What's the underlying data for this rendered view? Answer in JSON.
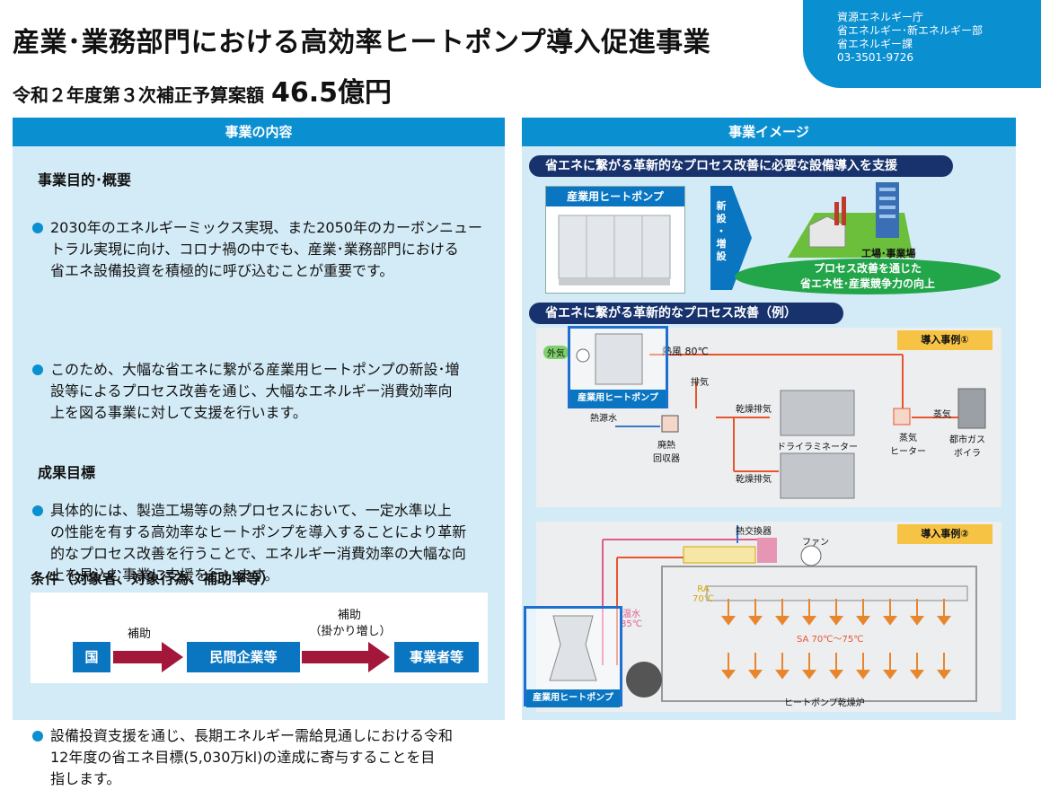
{
  "header": {
    "title": "産業･業務部門における高効率ヒートポンプ導入促進事業",
    "subtitle_label": "令和２年度第３次補正予算案額",
    "subtitle_amount": "46.5億円"
  },
  "contact": {
    "line1": "資源エネルギー庁",
    "line2": "省エネルギー･新エネルギー部",
    "line3": "省エネルギー課",
    "phone": "03-3501-9726"
  },
  "left": {
    "heading": "事業の内容",
    "purpose_title": "事業目的･概要",
    "bullets": [
      {
        "lines": [
          "2030年のエネルギーミックス実現、また2050年のカーボンニュー",
          "トラル実現に向け、コロナ禍の中でも、産業･業務部門における",
          "省エネ設備投資を積極的に呼び込むことが重要です。"
        ]
      },
      {
        "lines": [
          "このため、大幅な省エネに繋がる産業用ヒートポンプの新設･増",
          "設等によるプロセス改善を通じ、大幅なエネルギー消費効率向",
          "上を図る事業に対して支援を行います。"
        ]
      },
      {
        "lines": [
          "具体的には、製造工場等の熱プロセスにおいて、一定水準以上",
          "の性能を有する高効率なヒートポンプを導入することにより革新",
          "的なプロセス改善を行うことで、エネルギー消費効率の大幅な向",
          "上を見込む事業に支援を行います。"
        ]
      }
    ],
    "target_title": "成果目標",
    "target_lines": [
      "設備投資支援を通じ、長期エネルギー需給見通しにおける令和",
      "12年度の省エネ目標(5,030万kl)の達成に寄与することを目",
      "指します。"
    ],
    "conditions_title": "条件（対象者、対象行為、補助率等）",
    "flow": {
      "node1": "国",
      "arrow1": "補助",
      "node2": "民間企業等",
      "arrow2_line1": "補助",
      "arrow2_line2": "（掛かり増し）",
      "node3": "事業者等"
    }
  },
  "right": {
    "heading": "事業イメージ",
    "banner1": "省エネに繋がる革新的なプロセス改善に必要な設備導入を支援",
    "hp_title": "産業用ヒートポンプ",
    "arrow_chars": [
      "新",
      "設",
      "・",
      "増",
      "設"
    ],
    "factory_label": "工場･事業場",
    "oval_line1": "プロセス改善を通じた",
    "oval_line2": "省エネ性･産業競争力の向上",
    "banner2": "省エネに繋がる革新的なプロセス改善（例）",
    "case1": {
      "tag": "導入事例①",
      "outside_air": "外気",
      "hot_wind": "熱風 80℃",
      "hp_label": "産業用ヒートポンプ",
      "heat_source": "熱源水",
      "exhaust": "排気",
      "dry_exhaust1": "乾燥排気",
      "dry_exhaust2": "乾燥排気",
      "recovery": "廃熱\n回収器",
      "laminator": "ドライラミネーター",
      "steam": "蒸気",
      "steam_heater": "蒸気\nヒーター",
      "boiler": "都市ガス\nボイラ"
    },
    "case2": {
      "tag": "導入事例②",
      "exchanger": "熱交換器",
      "fan": "ファン",
      "ra": "RA\n70℃",
      "hot_water": "温水\n85℃",
      "sa": "SA 70℃～75℃",
      "hp_label": "産業用ヒートポンプ",
      "furnace": "ヒートポンプ乾燥炉"
    }
  }
}
